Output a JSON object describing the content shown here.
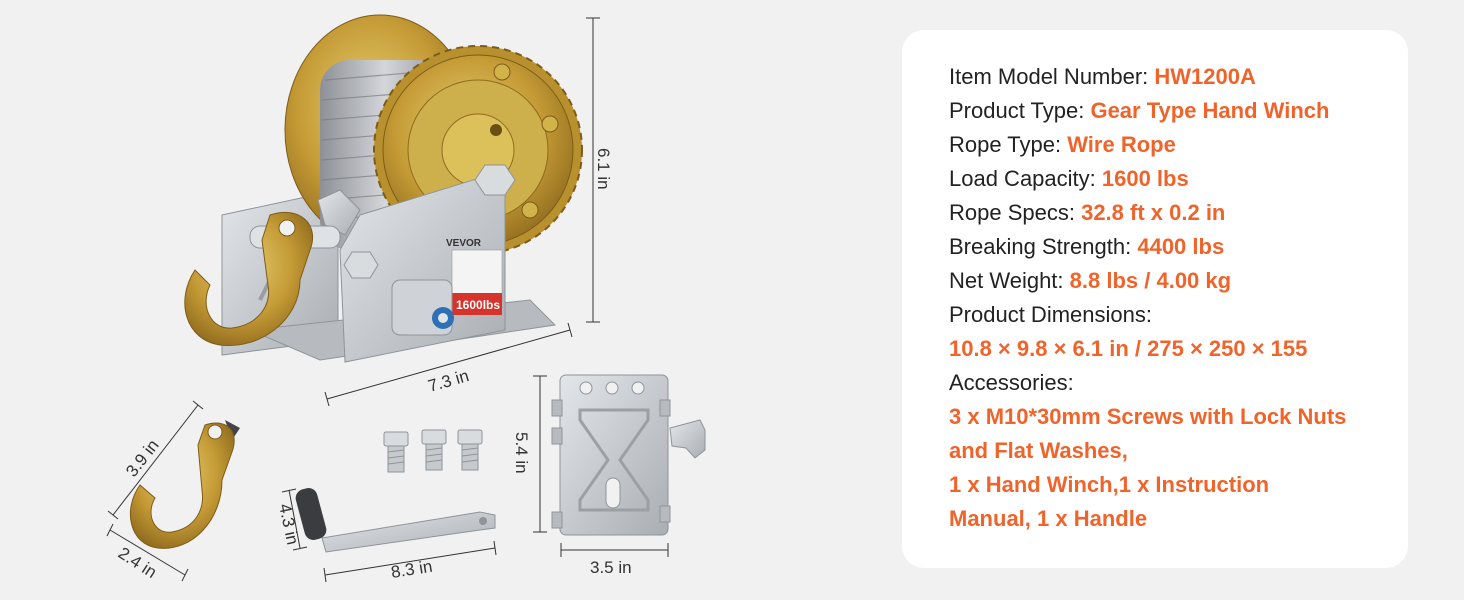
{
  "product": {
    "brand": "VEVOR",
    "capacity_marking": "1600lbs"
  },
  "dimensions": {
    "winch_height": "6.1 in",
    "winch_length": "7.3 in",
    "hook_height": "3.9 in",
    "hook_width": "2.4 in",
    "handle_height": "4.3 in",
    "handle_length": "8.3 in",
    "plate_height": "5.4 in",
    "plate_width": "3.5 in"
  },
  "specs": [
    {
      "label": "Item Model Number: ",
      "value": "HW1200A"
    },
    {
      "label": "Product Type: ",
      "value": "Gear Type Hand Winch"
    },
    {
      "label": "Rope Type: ",
      "value": "Wire Rope"
    },
    {
      "label": "Load Capacity: ",
      "value": "1600 lbs"
    },
    {
      "label": "Rope Specs: ",
      "value": "32.8 ft x 0.2 in"
    },
    {
      "label": "Breaking Strength: ",
      "value": "4400 lbs"
    },
    {
      "label": "Net Weight: ",
      "value": "8.8 lbs / 4.00 kg"
    }
  ],
  "dimensions_spec": {
    "label": "Product Dimensions:",
    "value": "10.8 × 9.8 × 6.1 in / 275 × 250 × 155"
  },
  "accessories_spec": {
    "label": "Accessories:",
    "lines": [
      "3 x M10*30mm Screws with Lock Nuts",
      "and Flat Washes,",
      "1 x Hand Winch,1 x Instruction",
      "Manual, 1 x Handle"
    ]
  },
  "colors": {
    "accent": "#f0632a",
    "background": "#f1f1f1",
    "card": "#ffffff",
    "text": "#222222",
    "gold": "#c9a23a",
    "steel": "#c8ccd0"
  }
}
